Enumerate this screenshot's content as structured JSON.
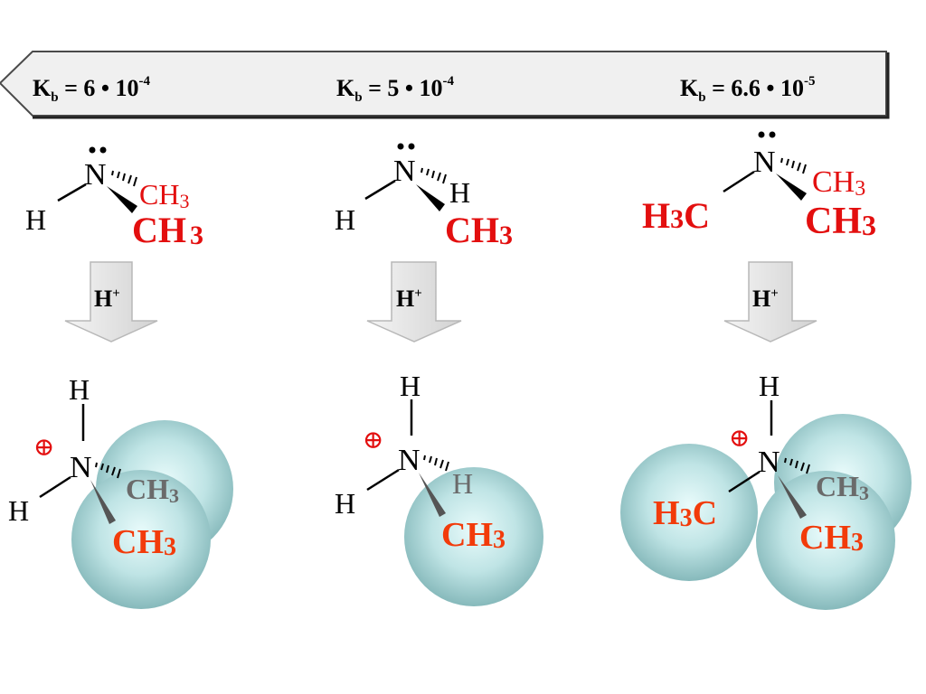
{
  "kb_bar": {
    "left": {
      "k": "K",
      "sub": "b",
      "eq": " = 6 • 10",
      "exp": "-4"
    },
    "middle": {
      "k": "K",
      "sub": "b",
      "eq": " = 5 • 10",
      "exp": "-4"
    },
    "right": {
      "k": "K",
      "sub": "b",
      "eq": " = 6.6 • 10",
      "exp": "-5"
    }
  },
  "amine_labels": {
    "n": "N",
    "h": "H",
    "c": "C",
    "ch": "CH",
    "three": "3",
    "h_plus": "H",
    "plus_sup": "+",
    "charge_symbol": "⊕"
  },
  "colors": {
    "label_red": "#e30f0f",
    "label_orange": "#f23b0a",
    "label_gray": "#6a6a6a",
    "sphere": "#a6d6d8"
  }
}
